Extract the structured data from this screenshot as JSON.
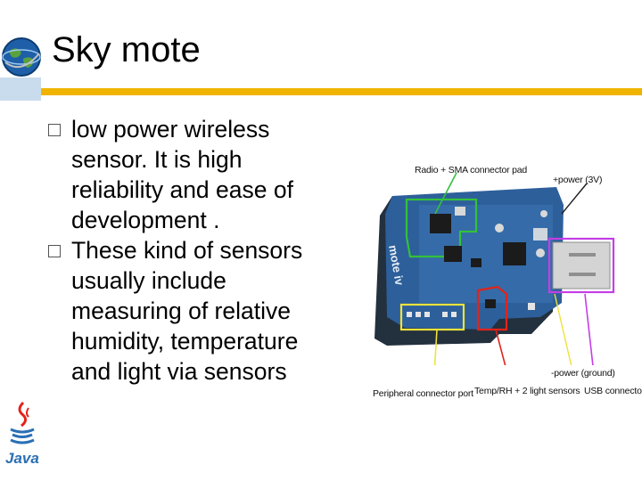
{
  "slide": {
    "title": "Sky mote",
    "bullets": [
      "low power wireless sensor. It is  high reliability and ease of development .",
      "These kind of sensors usually include measuring of relative humidity, temperature and light via sensors"
    ],
    "accent_color": "#f0b400",
    "icons": [
      "globe-icon",
      "java-logo-icon",
      "checkbox-bullet-icon"
    ]
  },
  "figure": {
    "labels": {
      "radio": "Radio + SMA connector pad",
      "power_plus": "+power (3V)",
      "power_ground": "-power (ground)",
      "peripheral": "Peripheral connector port",
      "temp_rh": "Temp/RH + 2 light sensors",
      "usb": "USB connector"
    },
    "board_text": "mote iv"
  }
}
